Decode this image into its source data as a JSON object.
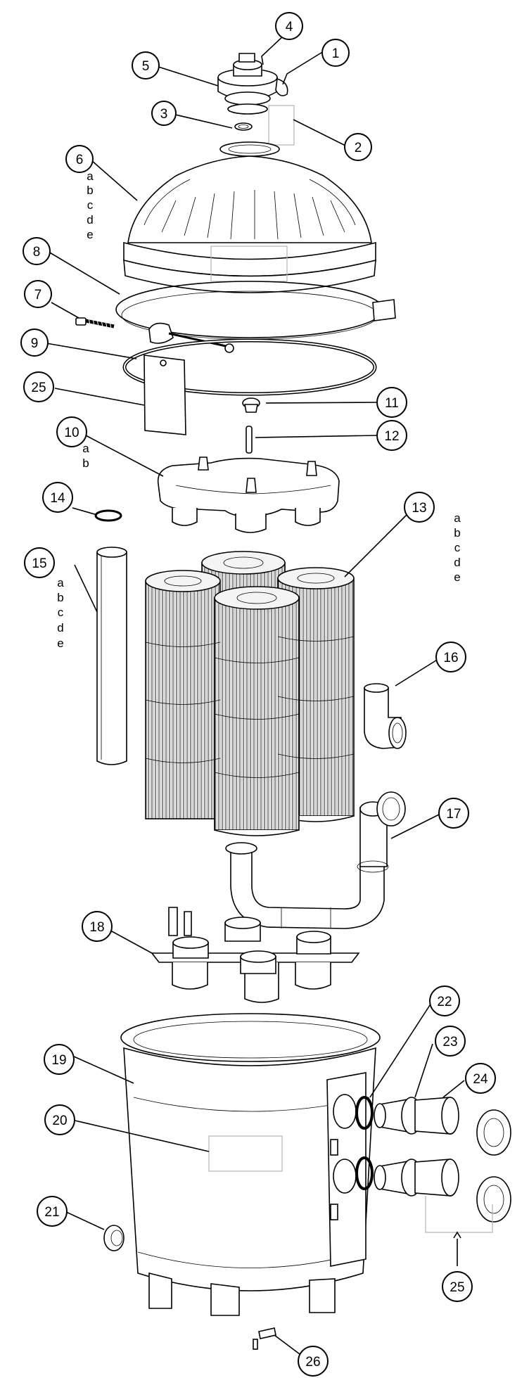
{
  "callouts": [
    {
      "id": "c1",
      "number": "1"
    },
    {
      "id": "c2",
      "number": "2"
    },
    {
      "id": "c3",
      "number": "3"
    },
    {
      "id": "c4",
      "number": "4"
    },
    {
      "id": "c5",
      "number": "5"
    },
    {
      "id": "c6",
      "number": "6",
      "variants": [
        "a",
        "b",
        "c",
        "d",
        "e"
      ]
    },
    {
      "id": "c7",
      "number": "7"
    },
    {
      "id": "c8",
      "number": "8"
    },
    {
      "id": "c9",
      "number": "9"
    },
    {
      "id": "c25a",
      "number": "25"
    },
    {
      "id": "c10",
      "number": "10",
      "variants": [
        "a",
        "b"
      ]
    },
    {
      "id": "c11",
      "number": "11"
    },
    {
      "id": "c12",
      "number": "12"
    },
    {
      "id": "c14",
      "number": "14"
    },
    {
      "id": "c13",
      "number": "13",
      "variants": [
        "a",
        "b",
        "c",
        "d",
        "e"
      ]
    },
    {
      "id": "c15",
      "number": "15",
      "variants": [
        "a",
        "b",
        "c",
        "d",
        "e"
      ]
    },
    {
      "id": "c16",
      "number": "16"
    },
    {
      "id": "c17",
      "number": "17"
    },
    {
      "id": "c18",
      "number": "18"
    },
    {
      "id": "c22",
      "number": "22"
    },
    {
      "id": "c19",
      "number": "19"
    },
    {
      "id": "c23",
      "number": "23"
    },
    {
      "id": "c24",
      "number": "24"
    },
    {
      "id": "c20",
      "number": "20"
    },
    {
      "id": "c21",
      "number": "21"
    },
    {
      "id": "c25b",
      "number": "25"
    },
    {
      "id": "c26",
      "number": "26"
    }
  ]
}
